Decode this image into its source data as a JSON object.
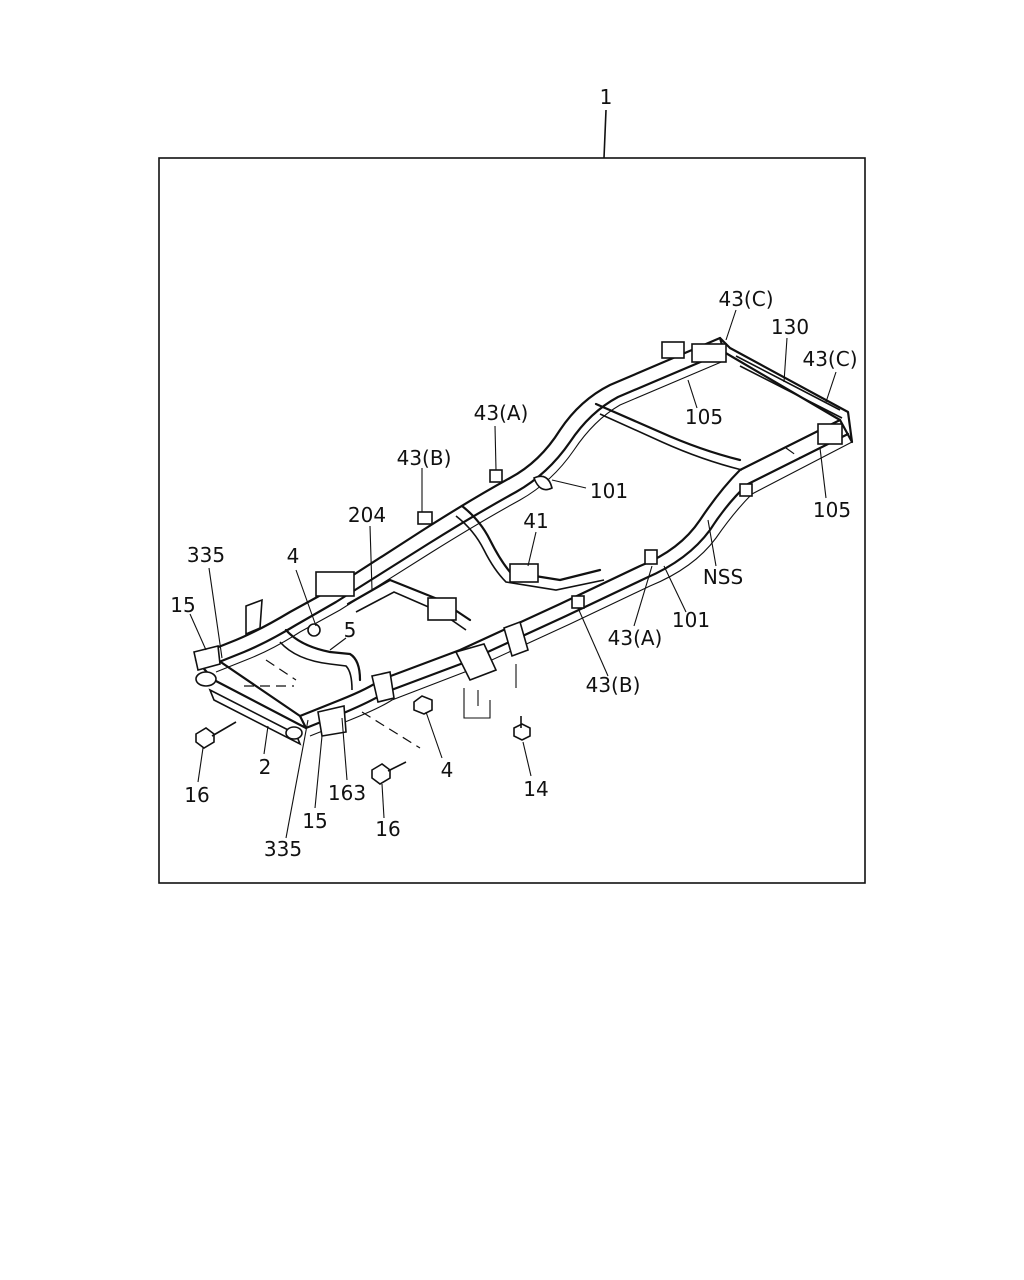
{
  "diagram": {
    "assembly_callout": "1",
    "labels": {
      "c43_c_left": "43(C)",
      "c130": "130",
      "c43_c_right": "43(C)",
      "c105_top": "105",
      "c43_a_top": "43(A)",
      "c43_b_top": "43(B)",
      "c101_top": "101",
      "c105_right": "105",
      "c204": "204",
      "c41": "41",
      "c335_top": "335",
      "c4_top": "4",
      "c5": "5",
      "nss": "NSS",
      "c15_left": "15",
      "c43_a_bottom": "43(A)",
      "c101_bottom": "101",
      "c43_b_bottom": "43(B)",
      "c4_bottom": "4",
      "c14": "14",
      "c16_left": "16",
      "c2": "2",
      "c163": "163",
      "c15_bottom": "15",
      "c16_bottom": "16",
      "c335_bottom": "335"
    }
  }
}
